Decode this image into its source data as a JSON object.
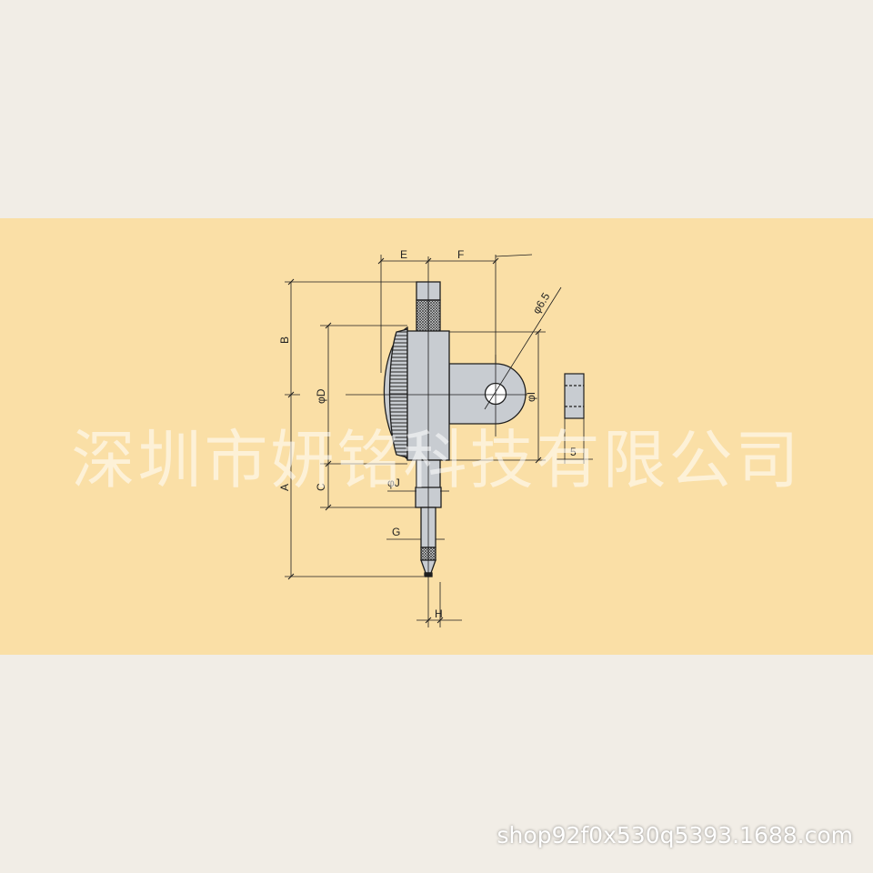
{
  "diagram": {
    "labels": {
      "E": "E",
      "F": "F",
      "B": "B",
      "A": "A",
      "C": "C",
      "D": "φD",
      "I": "φI",
      "J": "φJ",
      "G": "G",
      "H": "H",
      "hole": "φ6.5",
      "width5": "5"
    },
    "colors": {
      "background": "#f1ede6",
      "band": "#fadfa6",
      "body_fill": "#c8ccd1",
      "outline": "#1e1e1e"
    }
  },
  "watermark": "深圳市妍铭科技有限公司",
  "url": "shop92f0x530q5393.1688.com"
}
